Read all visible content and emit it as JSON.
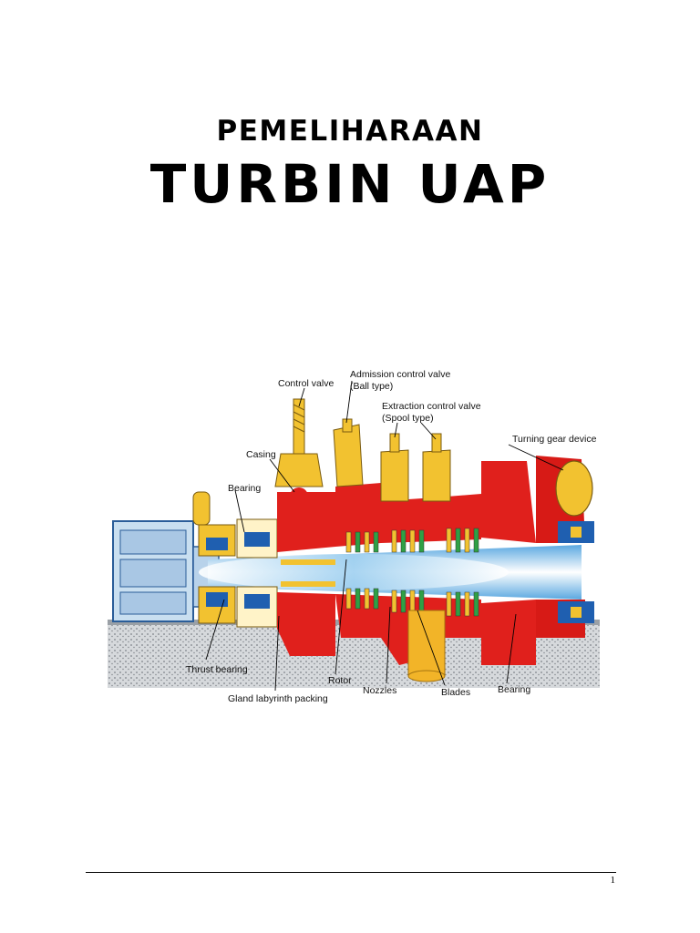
{
  "document": {
    "subtitle": "PEMELIHARAAN",
    "title": "TURBIN UAP",
    "page_number": "1"
  },
  "figure": {
    "labels": {
      "control_valve": "Control valve",
      "admission_line1": "Admission control valve",
      "admission_line2": "(Ball type)",
      "extraction_line1": "Extraction control valve",
      "extraction_line2": "(Spool type)",
      "turning_gear": "Turning gear device",
      "casing": "Casing",
      "bearing_top": "Bearing",
      "thrust_bearing": "Thrust bearing",
      "rotor": "Rotor",
      "gland": "Gland labyrinth packing",
      "nozzles": "Nozzles",
      "blades": "Blades",
      "bearing_bottom": "Bearing"
    }
  },
  "colors": {
    "casing_red": "#e0201c",
    "valve_yellow": "#f2c230",
    "bearing_blue": "#1f5fb0",
    "steam_blue": "#8fc8ee",
    "foundation_gray": "#c8ccd0"
  }
}
